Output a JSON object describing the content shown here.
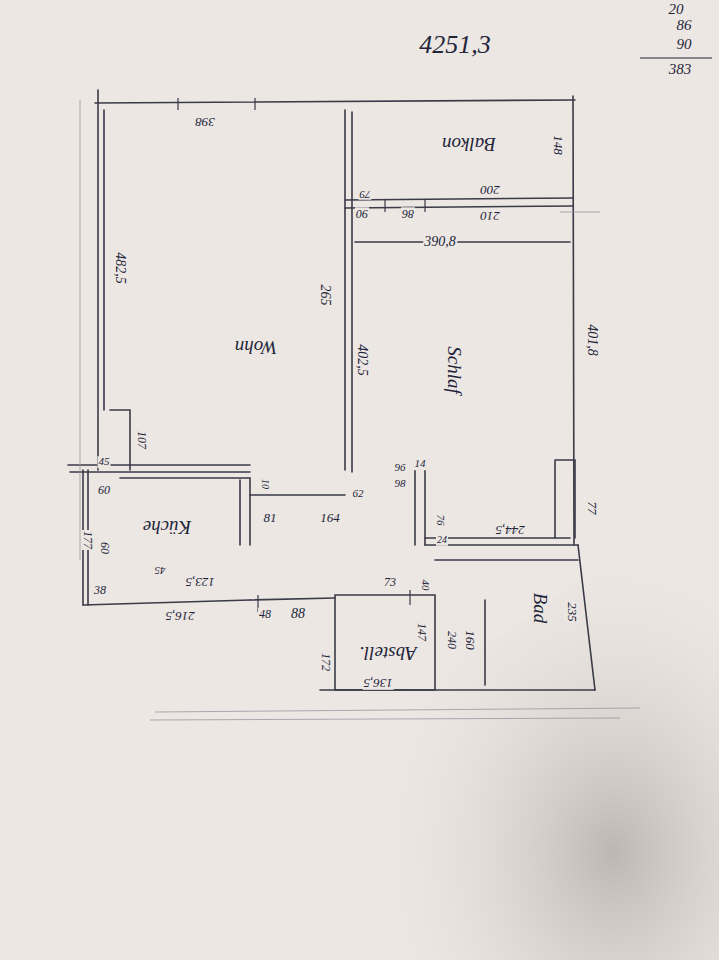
{
  "diagram": {
    "nodes": [
      {
        "text": [
          "Wohn"
        ]
      },
      {
        "text": [
          "Balkon"
        ]
      },
      {
        "text": [
          "Schlaf"
        ]
      },
      {
        "text": [
          "Küche"
        ]
      },
      {
        "text": [
          "Abstell."
        ]
      },
      {
        "text": [
          "Bad"
        ]
      }
    ],
    "labels": [
      "4251,3",
      "20",
      "86",
      "90",
      "383",
      "398",
      "148",
      "200",
      "79",
      "90",
      "86",
      "210",
      "390,8",
      "482,5",
      "265",
      "402,5",
      "401,8",
      "107",
      "45",
      "60",
      "177",
      "60",
      "38",
      "216,5",
      "123,5",
      "45",
      "48",
      "88",
      "10",
      "81",
      "164",
      "62",
      "96",
      "98",
      "14",
      "76",
      "24",
      "244,5",
      "77",
      "73",
      "40",
      "235",
      "160",
      "240",
      "147",
      "172",
      "136,5"
    ]
  }
}
